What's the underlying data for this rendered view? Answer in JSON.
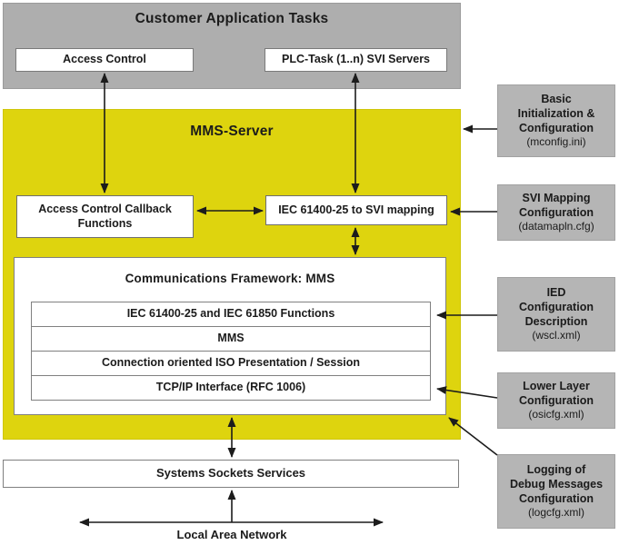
{
  "colors": {
    "yellow": "#ded40e",
    "panel_gray": "#aeaeae",
    "config_gray": "#b5b5b5"
  },
  "top_panel": {
    "title": "Customer Application Tasks",
    "access_control": "Access Control",
    "plc_task": "PLC-Task (1..n) SVI Servers"
  },
  "mms_server": {
    "title": "MMS-Server",
    "callback": "Access Control Callback Functions",
    "mapping": "IEC 61400-25 to SVI mapping",
    "framework": {
      "title": "Communications Framework: MMS",
      "layers": [
        "IEC 61400-25 and IEC 61850 Functions",
        "MMS",
        "Connection oriented ISO Presentation / Session",
        "TCP/IP Interface (RFC 1006)"
      ]
    }
  },
  "bottom": {
    "sockets": "Systems Sockets Services",
    "lan": "Local Area Network"
  },
  "config_boxes": [
    {
      "lines": [
        "Basic",
        "Initialization &",
        "Configuration"
      ],
      "file": "(mconfig.ini)"
    },
    {
      "lines": [
        "SVI Mapping",
        "Configuration"
      ],
      "file": "(datamapln.cfg)"
    },
    {
      "lines": [
        "IED",
        "Configuration",
        "Description"
      ],
      "file": "(wscl.xml)"
    },
    {
      "lines": [
        "Lower Layer",
        "Configuration"
      ],
      "file": "(osicfg.xml)"
    },
    {
      "lines": [
        "Logging of",
        "Debug Messages",
        "Configuration"
      ],
      "file": "(logcfg.xml)"
    }
  ]
}
